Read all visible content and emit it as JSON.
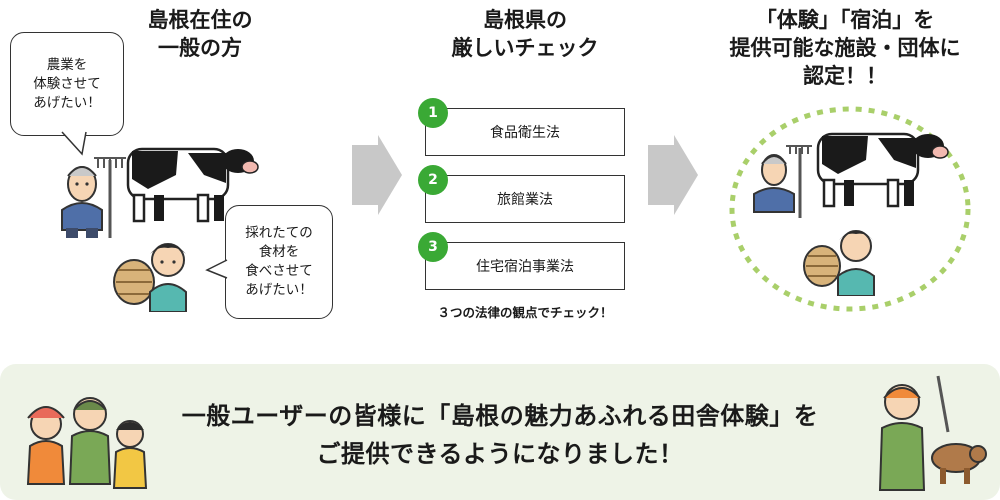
{
  "columns": {
    "resident_title": "島根在住の\n一般の方",
    "check_title": "島根県の\n厳しいチェック",
    "certified_title": "「体験」「宿泊」を\n提供可能な施設・団体に\n認定！！"
  },
  "bubbles": {
    "farmer": "農業を\n体験させて\nあげたい！",
    "woman": "採れたての\n食材を\n食べさせて\nあげたい！"
  },
  "checks": [
    {
      "number": "1",
      "label": "食品衛生法"
    },
    {
      "number": "2",
      "label": "旅館業法"
    },
    {
      "number": "3",
      "label": "住宅宿泊事業法"
    }
  ],
  "check_note": "３つの法律の観点でチェック！",
  "banner_text": "一般ユーザーの皆様に「島根の魅力あふれる田舎体験」を\nご提供できるようになりました！",
  "colors": {
    "accent_green": "#3aa935",
    "arrow_gray": "#c8c8c8",
    "banner_bg": "#eef3e7",
    "wreath_green": "#a9cf6a"
  }
}
